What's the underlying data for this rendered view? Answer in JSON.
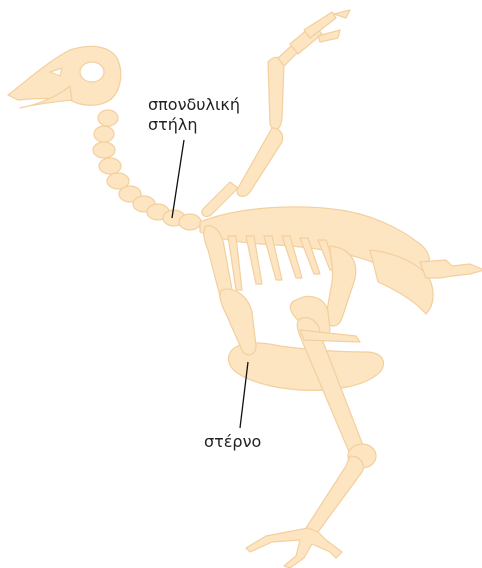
{
  "colors": {
    "bone": "#fde5c1",
    "bone_edge": "#f3cf9e",
    "leader": "#111111",
    "background": "#ffffff"
  },
  "labels": {
    "vertebral_column_line1": "σπονδυλική",
    "vertebral_column_line2": "στήλη",
    "sternum": "στέρνο"
  }
}
